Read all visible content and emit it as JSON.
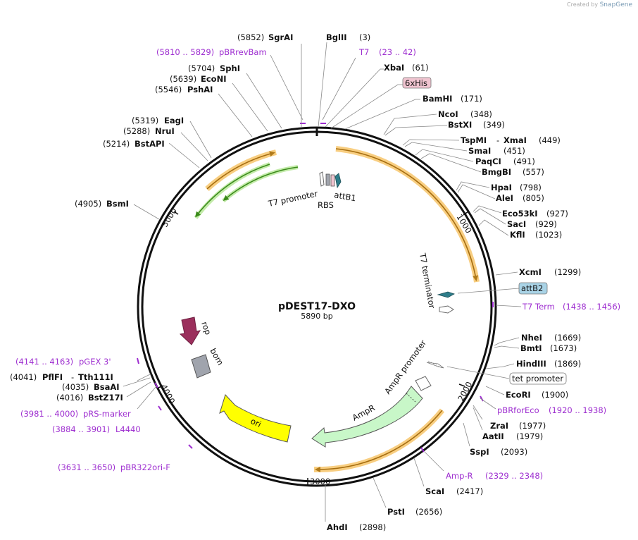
{
  "credit": {
    "prefix": "Created by",
    "brand": "SnapGene"
  },
  "plasmid": {
    "name": "pDEST17-DXO",
    "size": "5890 bp"
  },
  "ticks": [
    "1000",
    "2000",
    "3000",
    "4000",
    "5000"
  ],
  "enzymes": [
    {
      "name": "SgrAI",
      "pos": "(5852)"
    },
    {
      "name": "BglII",
      "pos": "(3)"
    },
    {
      "name": "XbaI",
      "pos": "(61)"
    },
    {
      "name": "SphI",
      "pos": "(5704)"
    },
    {
      "name": "EcoNI",
      "pos": "(5639)"
    },
    {
      "name": "PshAI",
      "pos": "(5546)"
    },
    {
      "name": "BamHI",
      "pos": "(171)"
    },
    {
      "name": "NcoI",
      "pos": "(348)"
    },
    {
      "name": "BstXI",
      "pos": "(349)"
    },
    {
      "name": "EagI",
      "pos": "(5319)"
    },
    {
      "name": "NruI",
      "pos": "(5288)"
    },
    {
      "name": "BstAPI",
      "pos": "(5214)"
    },
    {
      "name": "TspMI",
      "name2": "XmaI",
      "sep": "-",
      "pos": "(449)"
    },
    {
      "name": "SmaI",
      "pos": "(451)"
    },
    {
      "name": "PaqCI",
      "pos": "(491)"
    },
    {
      "name": "BmgBI",
      "pos": "(557)"
    },
    {
      "name": "HpaI",
      "pos": "(798)"
    },
    {
      "name": "AleI",
      "pos": "(805)"
    },
    {
      "name": "BsmI",
      "pos": "(4905)"
    },
    {
      "name": "Eco53kI",
      "pos": "(927)"
    },
    {
      "name": "SacI",
      "pos": "(929)"
    },
    {
      "name": "KflI",
      "pos": "(1023)"
    },
    {
      "name": "XcmI",
      "pos": "(1299)"
    },
    {
      "name": "NheI",
      "pos": "(1669)"
    },
    {
      "name": "BmtI",
      "pos": "(1673)"
    },
    {
      "name": "HindIII",
      "pos": "(1869)"
    },
    {
      "name": "EcoRI",
      "pos": "(1900)"
    },
    {
      "name": "PflFI",
      "name2": "Tth111I",
      "sep": "-",
      "pos": "(4041)"
    },
    {
      "name": "BsaAI",
      "pos": "(4035)"
    },
    {
      "name": "BstZ17I",
      "pos": "(4016)"
    },
    {
      "name": "ZraI",
      "pos": "(1977)"
    },
    {
      "name": "AatII",
      "pos": "(1979)"
    },
    {
      "name": "SspI",
      "pos": "(2093)"
    },
    {
      "name": "ScaI",
      "pos": "(2417)"
    },
    {
      "name": "PstI",
      "pos": "(2656)"
    },
    {
      "name": "AhdI",
      "pos": "(2898)"
    }
  ],
  "primers": [
    {
      "name": "pBRrevBam",
      "range": "(5810 .. 5829)"
    },
    {
      "name": "T7",
      "range": "(23 .. 42)"
    },
    {
      "name": "T7 Term",
      "range": "(1438 .. 1456)"
    },
    {
      "name": "pBRforEco",
      "range": "(1920 .. 1938)"
    },
    {
      "name": "Amp-R",
      "range": "(2329 .. 2348)"
    },
    {
      "name": "pGEX 3'",
      "range": "(4141 .. 4163)"
    },
    {
      "name": "pRS-marker",
      "range": "(3981 .. 4000)"
    },
    {
      "name": "L4440",
      "range": "(3884 .. 3901)"
    },
    {
      "name": "pBR322ori-F",
      "range": "(3631 .. 3650)"
    }
  ],
  "boxed_features": [
    {
      "name": "6xHis",
      "color": "#f0c4d0"
    },
    {
      "name": "attB2",
      "color": "#a9d3e6"
    },
    {
      "name": "tet promoter",
      "color": "#ffffff"
    }
  ],
  "features": {
    "t7_promoter": "T7 promoter",
    "rbs": "RBS",
    "attb1": "attB1",
    "t7_terminator": "T7 terminator",
    "rop": "rop",
    "bom": "bom",
    "ori": "ori",
    "ampr": "AmpR",
    "ampr_promoter": "AmpR promoter"
  },
  "colors": {
    "primer": "#9e2fd0",
    "orf_highlight": "#f7c56b",
    "orf_arrow": "#c8922a",
    "green_arrow": "#4fa02a",
    "rop": "#9b2f5c",
    "ori": "#ffff00",
    "ampr": "#c8f7c8",
    "bom": "#a0a4ad",
    "attb": "#2e7d8a"
  }
}
